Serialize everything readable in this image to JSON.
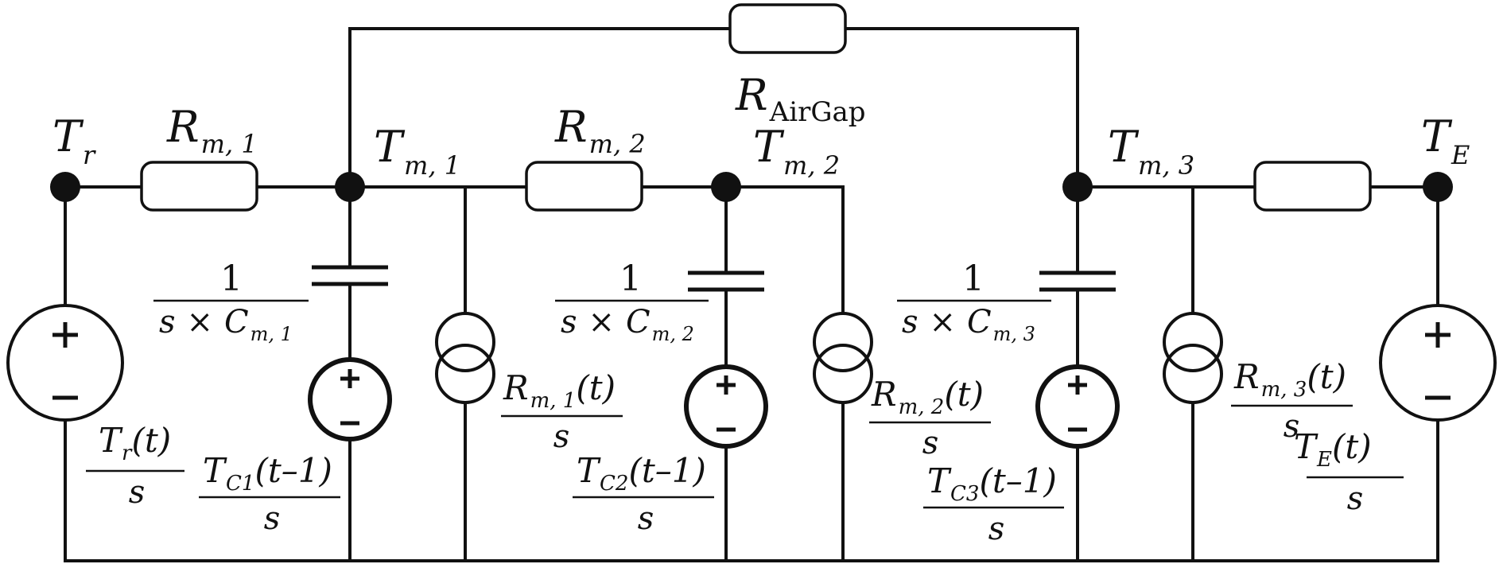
{
  "nodes": {
    "tr": {
      "main": "T",
      "sub": "r"
    },
    "tm1": {
      "main": "T",
      "sub": "m, 1"
    },
    "tm2": {
      "main": "T",
      "sub": "m, 2"
    },
    "tm3": {
      "main": "T",
      "sub": "m, 3"
    },
    "te": {
      "main": "T",
      "sub": "E"
    }
  },
  "resistors": {
    "rm1": {
      "main": "R",
      "sub": "m, 1"
    },
    "rm2": {
      "main": "R",
      "sub": "m, 2"
    },
    "rair": {
      "main": "R",
      "sub": "AirGap"
    }
  },
  "capacitors": {
    "c1": {
      "num": "1",
      "den_s": "s",
      "den_times": "×",
      "den_c": "C",
      "den_sub": "m, 1"
    },
    "c2": {
      "num": "1",
      "den_s": "s",
      "den_times": "×",
      "den_c": "C",
      "den_sub": "m, 2"
    },
    "c3": {
      "num": "1",
      "den_s": "s",
      "den_times": "×",
      "den_c": "C",
      "den_sub": "m, 3"
    }
  },
  "current_sources": {
    "i1": {
      "main": "R",
      "sub": "m, 1",
      "arg": "(t)",
      "den": "s"
    },
    "i2": {
      "main": "R",
      "sub": "m, 2",
      "arg": "(t)",
      "den": "s"
    },
    "i3": {
      "main": "R",
      "sub": "m, 3",
      "arg": "(t)",
      "den": "s"
    }
  },
  "voltage_sources": {
    "vr": {
      "main": "T",
      "sub": "r",
      "arg": "(t)",
      "den": "s"
    },
    "vc1": {
      "main": "T",
      "sub": "C1",
      "arg": "(t–1)",
      "den": "s"
    },
    "vc2": {
      "main": "T",
      "sub": "C2",
      "arg": "(t–1)",
      "den": "s"
    },
    "vc3": {
      "main": "T",
      "sub": "C3",
      "arg": "(t–1)",
      "den": "s"
    },
    "ve": {
      "main": "T",
      "sub": "E",
      "arg": "(t)",
      "den": "s"
    }
  },
  "symbols": {
    "plus": "+",
    "minus": "–"
  }
}
